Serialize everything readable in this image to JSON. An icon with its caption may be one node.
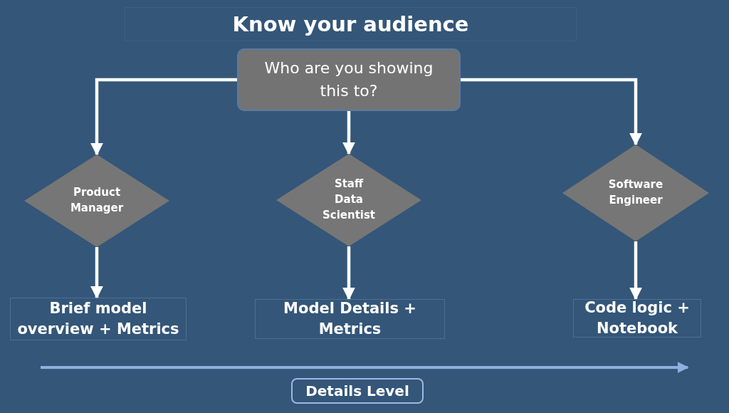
{
  "diagram": {
    "title": "Know your audience",
    "nodes": [
      {
        "text": [
          "Who are you showing this to?"
        ]
      },
      {
        "text": [
          "Product Manager"
        ]
      },
      {
        "text": [
          "Staff Data Scientist"
        ]
      },
      {
        "text": [
          "Software Engineer"
        ]
      },
      {
        "text": [
          "Brief model overview + Metrics"
        ]
      },
      {
        "text": [
          "Model Details + Metrics"
        ]
      },
      {
        "text": [
          "Code logic + Notebook"
        ]
      },
      {
        "text": [
          "Details Level"
        ]
      }
    ],
    "edges": [
      {
        "from": 0,
        "to": 1,
        "arrow": "to"
      },
      {
        "from": 0,
        "to": 2,
        "arrow": "to"
      },
      {
        "from": 0,
        "to": 3,
        "arrow": "to"
      },
      {
        "from": 1,
        "to": 4,
        "arrow": "to"
      },
      {
        "from": 2,
        "to": 5,
        "arrow": "to"
      },
      {
        "from": 3,
        "to": 6,
        "arrow": "to"
      }
    ]
  }
}
